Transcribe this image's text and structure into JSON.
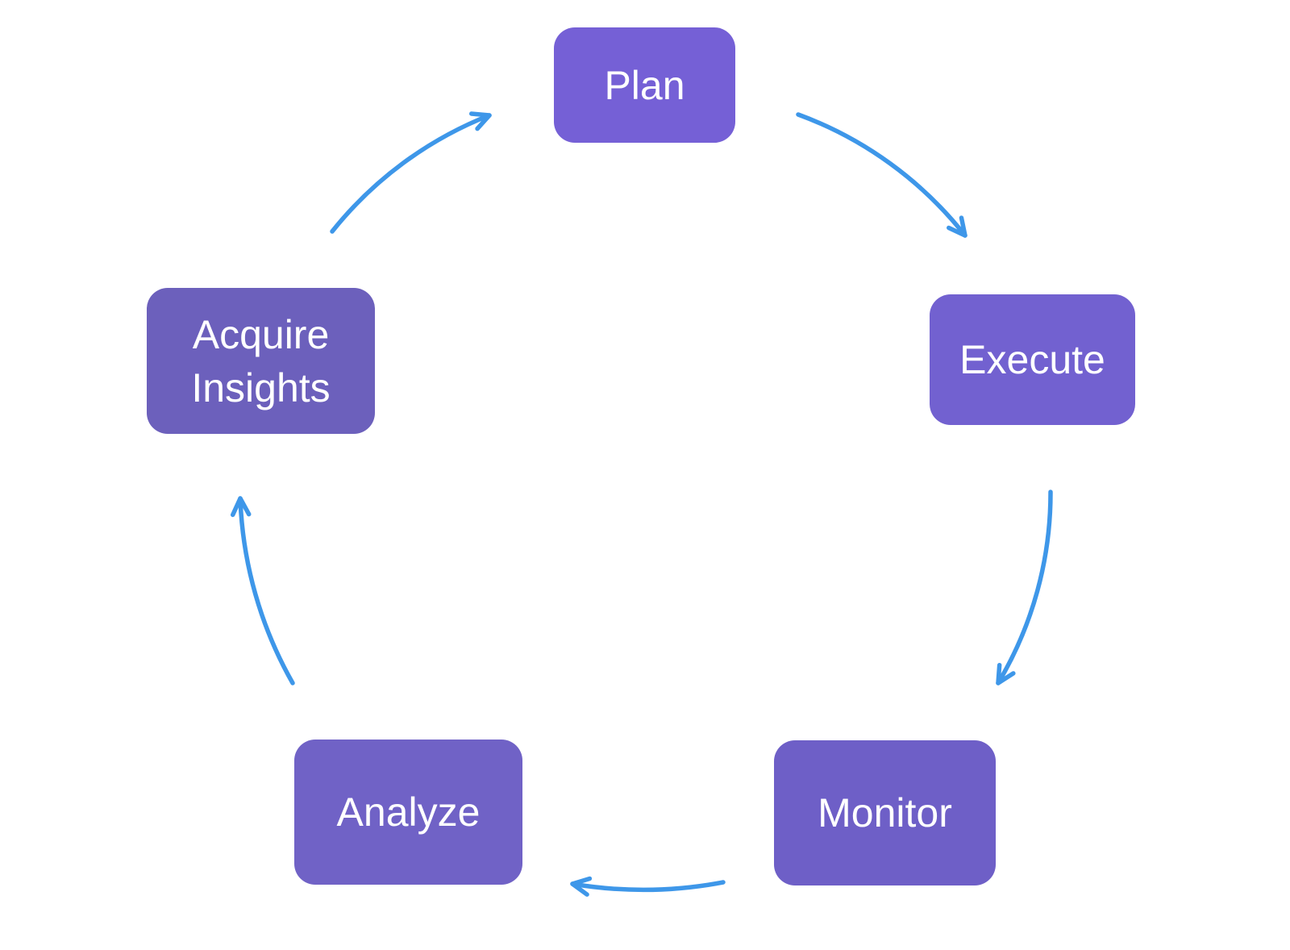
{
  "diagram": {
    "type": "cycle",
    "flow": "clockwise",
    "background": "#ffffff",
    "arrow_color": "#3E97E9",
    "text_color": "#ffffff",
    "nodes": [
      {
        "id": "plan",
        "label": "Plan",
        "fill": "#7560D6"
      },
      {
        "id": "execute",
        "label": "Execute",
        "fill": "#7261D0"
      },
      {
        "id": "monitor",
        "label": "Monitor",
        "fill": "#6E5FC7"
      },
      {
        "id": "analyze",
        "label": "Analyze",
        "fill": "#7062C6"
      },
      {
        "id": "acquire-insights",
        "label": "Acquire Insights",
        "fill": "#6C60BC"
      }
    ],
    "edges": [
      {
        "from": "Plan",
        "to": "Execute"
      },
      {
        "from": "Execute",
        "to": "Monitor"
      },
      {
        "from": "Monitor",
        "to": "Analyze"
      },
      {
        "from": "Analyze",
        "to": "Acquire Insights"
      },
      {
        "from": "Acquire Insights",
        "to": "Plan"
      }
    ]
  }
}
